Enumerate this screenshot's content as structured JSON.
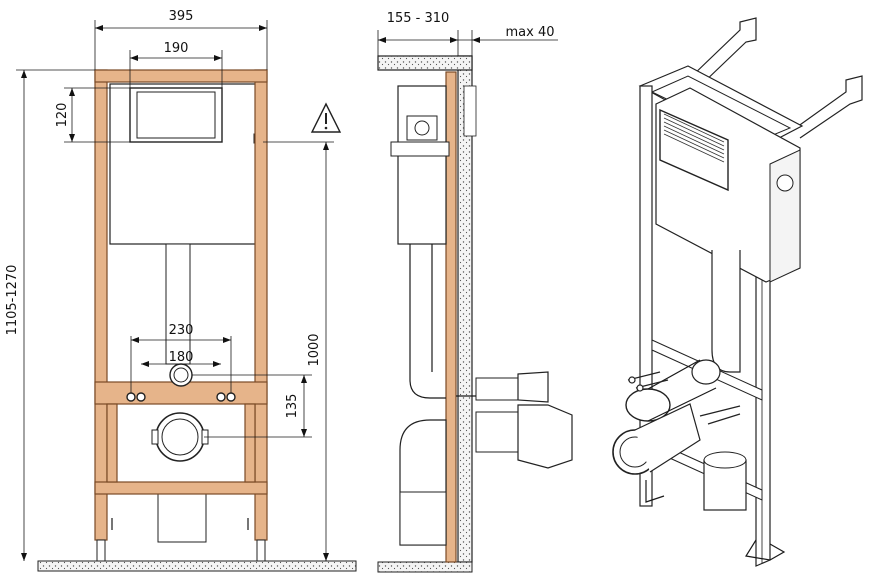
{
  "dimensions": {
    "frame_width": "395",
    "panel_width": "190",
    "panel_height": "120",
    "height_range": "1105-1270",
    "fixing_spacing": "230",
    "pipe_spacing": "180",
    "height_1000": "1000",
    "offset_135": "135",
    "depth_range": "155 - 310",
    "max_depth": "max 40"
  },
  "warning_symbol": "warning-triangle"
}
